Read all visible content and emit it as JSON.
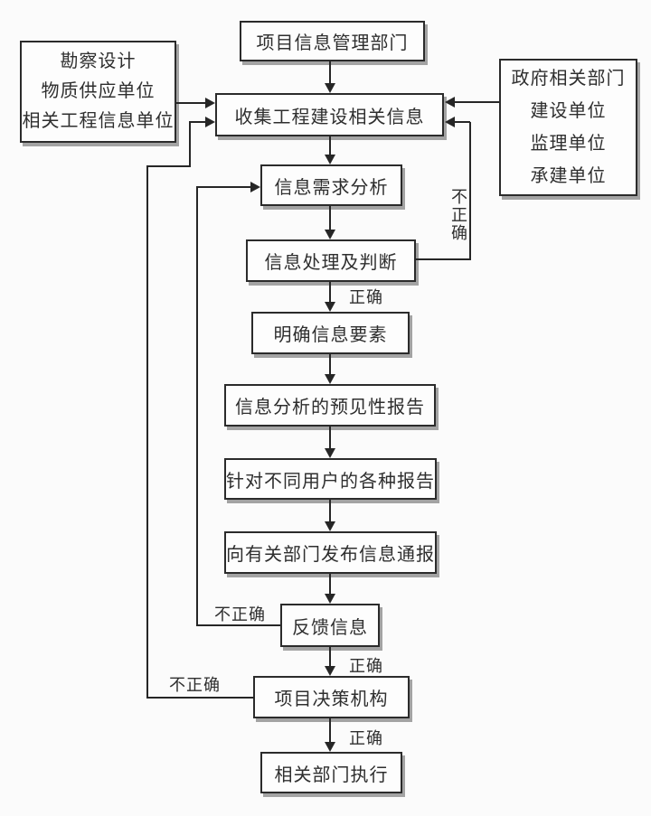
{
  "diagram": {
    "nodes": {
      "project_info_dept": "项目信息管理部门",
      "left_sources": [
        "勘察设计",
        "物质供应单位",
        "相关工程信息单位"
      ],
      "right_sources": [
        "政府相关部门",
        "建设单位",
        "监理单位",
        "承建单位"
      ],
      "collect_info": "收集工程建设相关信息",
      "demand_analysis": "信息需求分析",
      "process_judge": "信息处理及判断",
      "clarify_elements": "明确信息要素",
      "predictive_report": "信息分析的预见性报告",
      "user_reports": "针对不同用户的各种报告",
      "publish_notice": "向有关部门发布信息通报",
      "feedback": "反馈信息",
      "decision_body": "项目决策机构",
      "execute_depts": "相关部门执行"
    },
    "edge_labels": {
      "correct_after_judge": "正确",
      "correct_after_feedback": "正确",
      "correct_after_decision": "正确",
      "incorrect_after_judge": "不正确",
      "incorrect_after_feedback": "不正确",
      "incorrect_after_decision": "不正确"
    }
  }
}
